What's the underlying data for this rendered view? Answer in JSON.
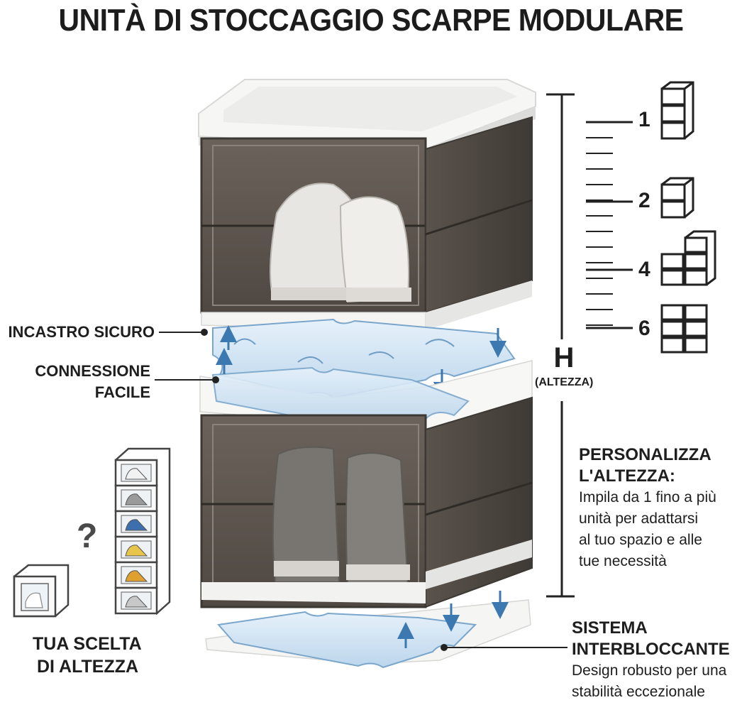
{
  "title": "UNITÀ DI STOCCAGGIO SCARPE MODULARE",
  "labels": {
    "secure_fit": "INCASTRO SICURO",
    "easy_connection_1": "CONNESSIONE",
    "easy_connection_2": "FACILE",
    "height_symbol": "H",
    "height_word": "(ALTEZZA)",
    "question_mark": "?",
    "choice_1": "TUA SCELTA",
    "choice_2": "DI ALTEZZA"
  },
  "customize": {
    "heading_1": "PERSONALIZZA",
    "heading_2": "L'ALTEZZA:",
    "lines": [
      "Impila da 1 fino a più",
      "unità per adattarsi",
      "al tuo spazio e alle",
      "tue necessità"
    ]
  },
  "interlock": {
    "heading_1": "SISTEMA",
    "heading_2": "INTERBLOCCANTE",
    "lines": [
      "Design robusto per una",
      "stabilità eccezionale"
    ]
  },
  "scale_marks": [
    "1",
    "2",
    "4",
    "6"
  ],
  "colors": {
    "box_tint": "#5d554d",
    "frame": "#f4f4f2",
    "puzzle_fill": "#d7e8f5",
    "puzzle_edge": "#6f9cc4",
    "arrow": "#3c79b0",
    "text": "#1e1e1e"
  }
}
